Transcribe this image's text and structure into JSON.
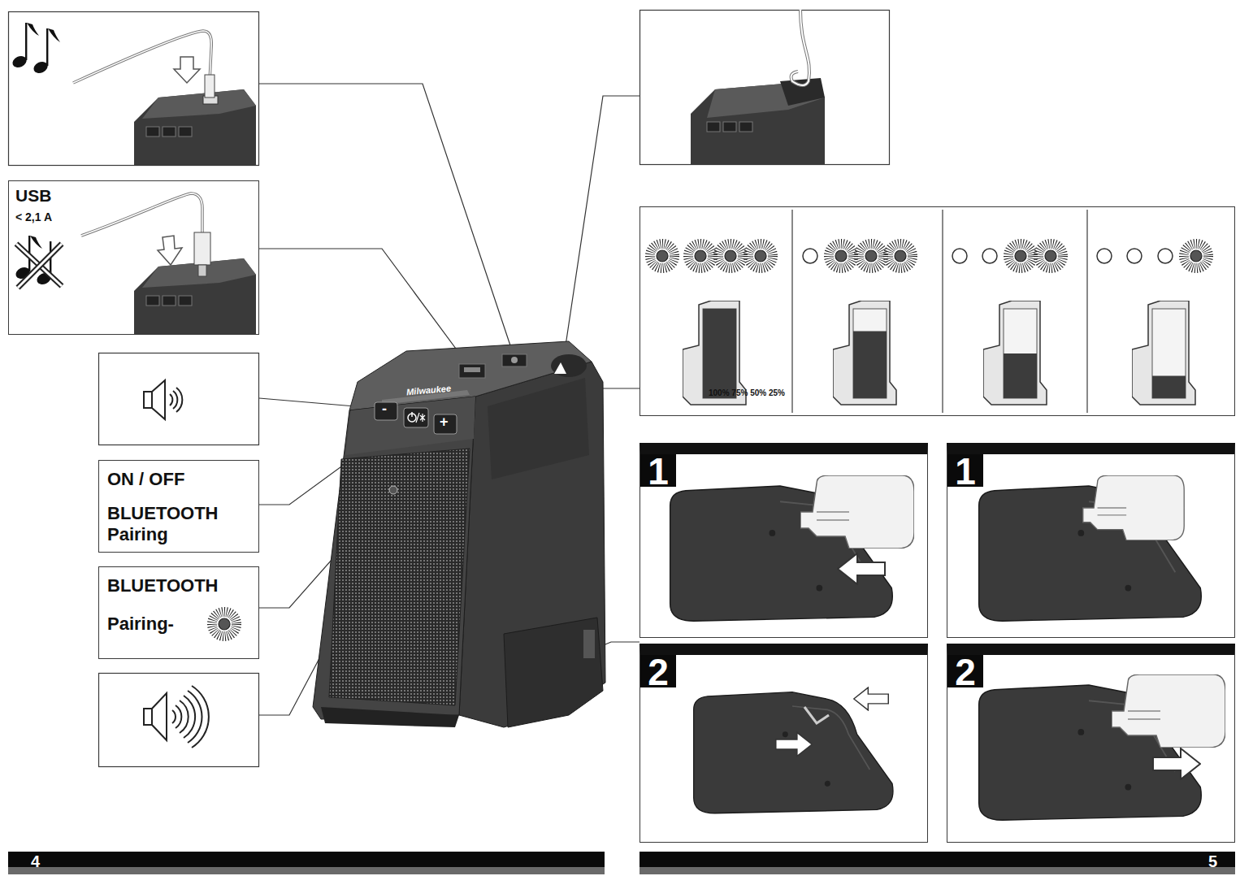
{
  "diagram": {
    "nodes": [
      {
        "text": [
          "USB",
          "< 2,1 A"
        ]
      },
      {
        "text": [
          "ON / OFF",
          "BLUETOOTH Pairing"
        ]
      },
      {
        "text": [
          "BLUETOOTH",
          "Pairing-"
        ]
      },
      {
        "text": [
          "100% 75% 50% 25%"
        ]
      },
      {
        "text": [
          "1"
        ]
      },
      {
        "text": [
          "2"
        ]
      },
      {
        "text": [
          "1"
        ]
      },
      {
        "text": [
          "2"
        ]
      },
      {
        "text": [
          "4"
        ]
      },
      {
        "text": [
          "5"
        ]
      }
    ],
    "labels": [
      "Milwaukee",
      "-",
      "+"
    ]
  }
}
